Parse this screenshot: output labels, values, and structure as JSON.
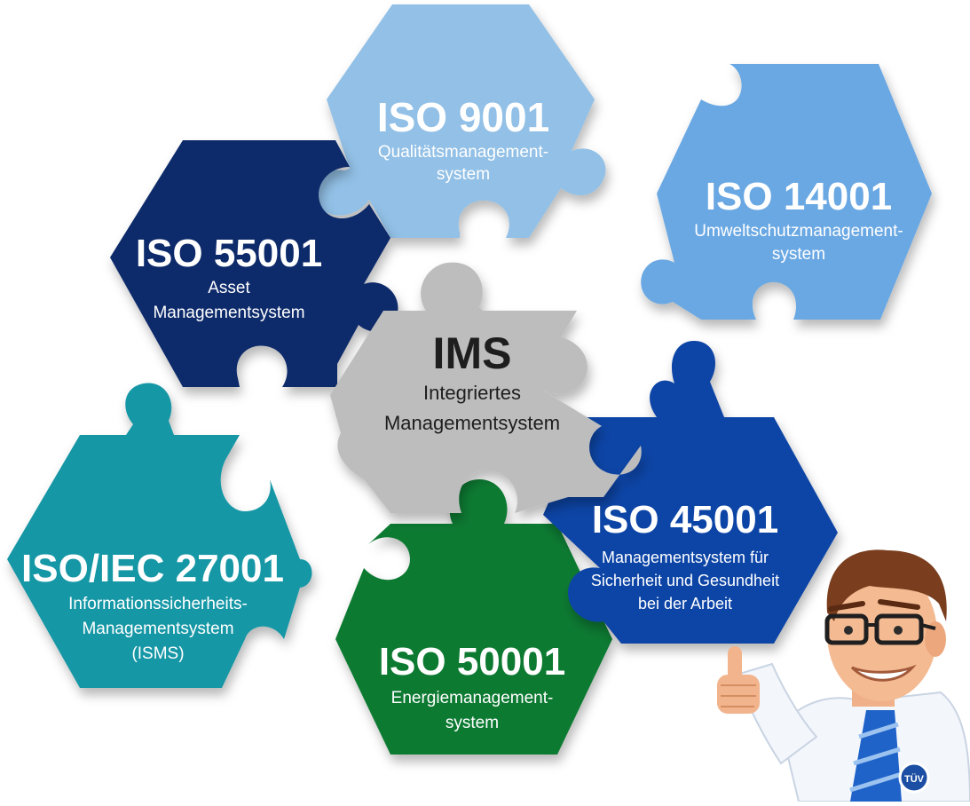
{
  "pieces": {
    "iso9001": {
      "title": "ISO 9001",
      "lines": [
        "Qualitätsmanagement-",
        "system"
      ],
      "color": "#92c0e6",
      "text_color": "#ffffff"
    },
    "iso14001": {
      "title": "ISO 14001",
      "lines": [
        "Umweltschutzmanagement-",
        "system"
      ],
      "color": "#6aa8e3",
      "text_color": "#ffffff"
    },
    "iso55001": {
      "title": "ISO 55001",
      "lines": [
        "Asset",
        "Managementsystem"
      ],
      "color": "#0d2c6b",
      "text_color": "#ffffff"
    },
    "ims": {
      "title": "IMS",
      "lines": [
        "Integriertes",
        "Managementsystem"
      ],
      "color": "#bdbdbd",
      "text_color": "#1e1e1e"
    },
    "iso45001": {
      "title": "ISO 45001",
      "lines": [
        "Managementsystem für",
        "Sicherheit und Gesundheit",
        "bei der Arbeit"
      ],
      "color": "#0f44a6",
      "text_color": "#ffffff"
    },
    "iso27001": {
      "title": "ISO/IEC 27001",
      "lines": [
        "Informationssicherheits-",
        "Managementsystem",
        "(ISMS)"
      ],
      "color": "#1697a6",
      "text_color": "#ffffff"
    },
    "iso50001": {
      "title": "ISO 50001",
      "lines": [
        "Energiemanagement-",
        "system"
      ],
      "color": "#0c7a33",
      "text_color": "#ffffff"
    }
  },
  "mascot": {
    "badge_text": "TÜV"
  }
}
